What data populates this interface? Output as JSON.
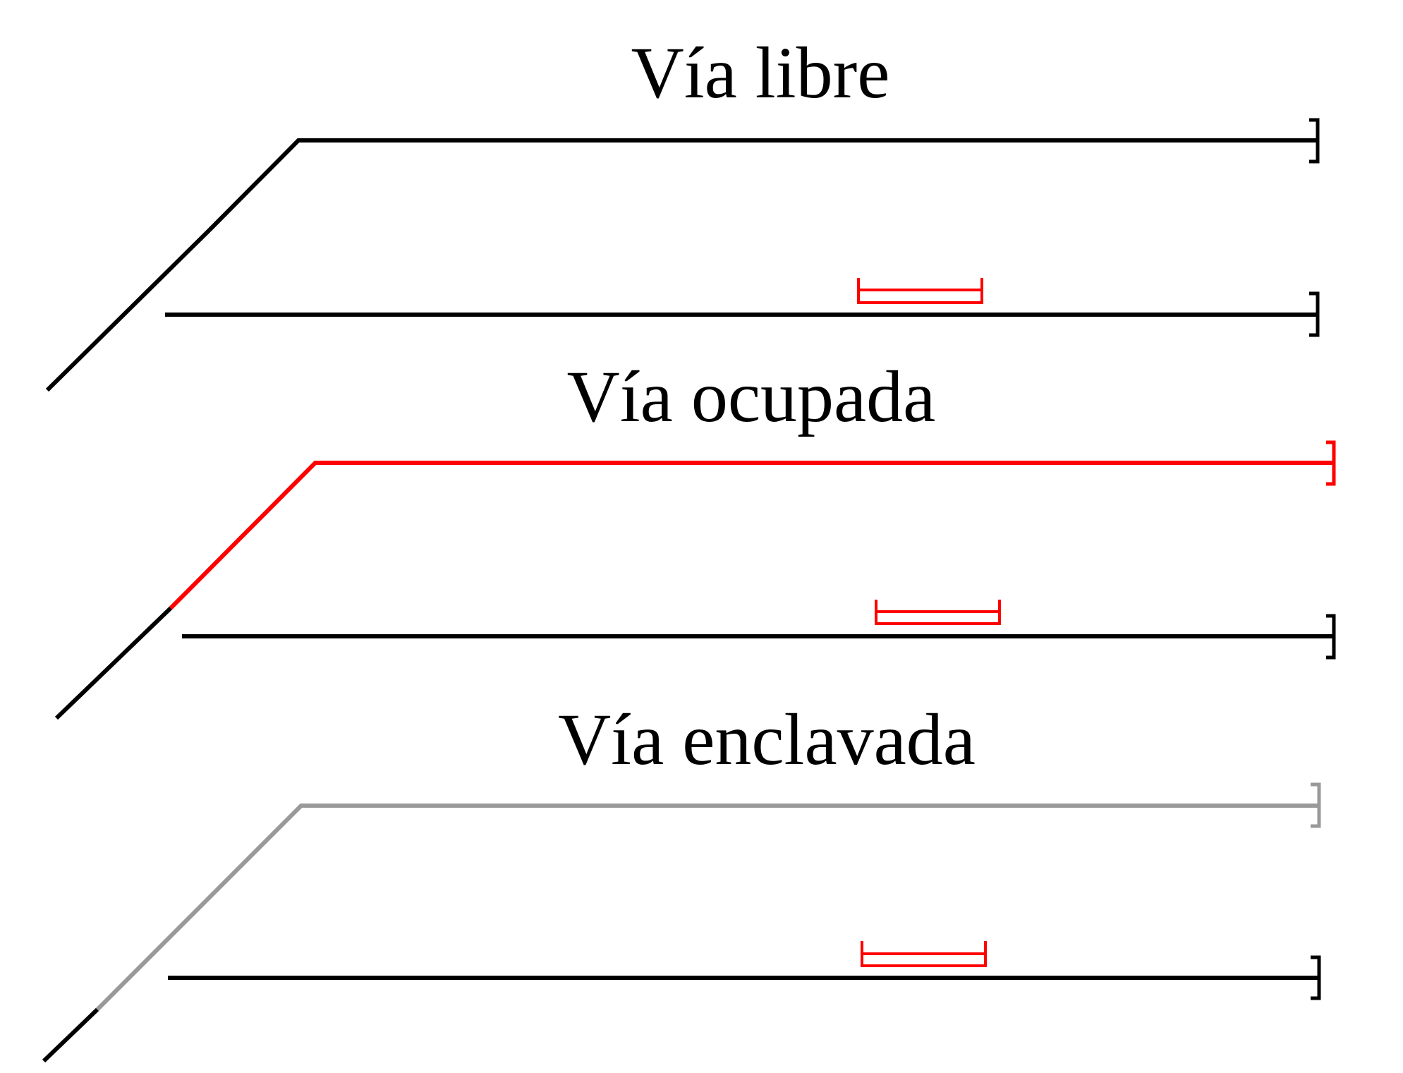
{
  "colors": {
    "free": "#000000",
    "occupied": "#ff0000",
    "locked": "#999999",
    "train_marker": "#ff0000"
  },
  "panels": [
    {
      "title": "Vía libre",
      "state": "free",
      "upper_track_color": "#000000",
      "diagonal_upper_color": "#000000",
      "diagonal_lower_color": "#000000",
      "lower_track_color": "#000000",
      "train_marker_color": "#ff0000"
    },
    {
      "title": "Vía ocupada",
      "state": "occupied",
      "upper_track_color": "#ff0000",
      "diagonal_upper_color": "#ff0000",
      "diagonal_lower_color": "#000000",
      "lower_track_color": "#000000",
      "train_marker_color": "#ff0000"
    },
    {
      "title": "Vía enclavada",
      "state": "locked",
      "upper_track_color": "#999999",
      "diagonal_upper_color": "#999999",
      "diagonal_lower_color": "#000000",
      "lower_track_color": "#000000",
      "train_marker_color": "#ff0000"
    }
  ]
}
